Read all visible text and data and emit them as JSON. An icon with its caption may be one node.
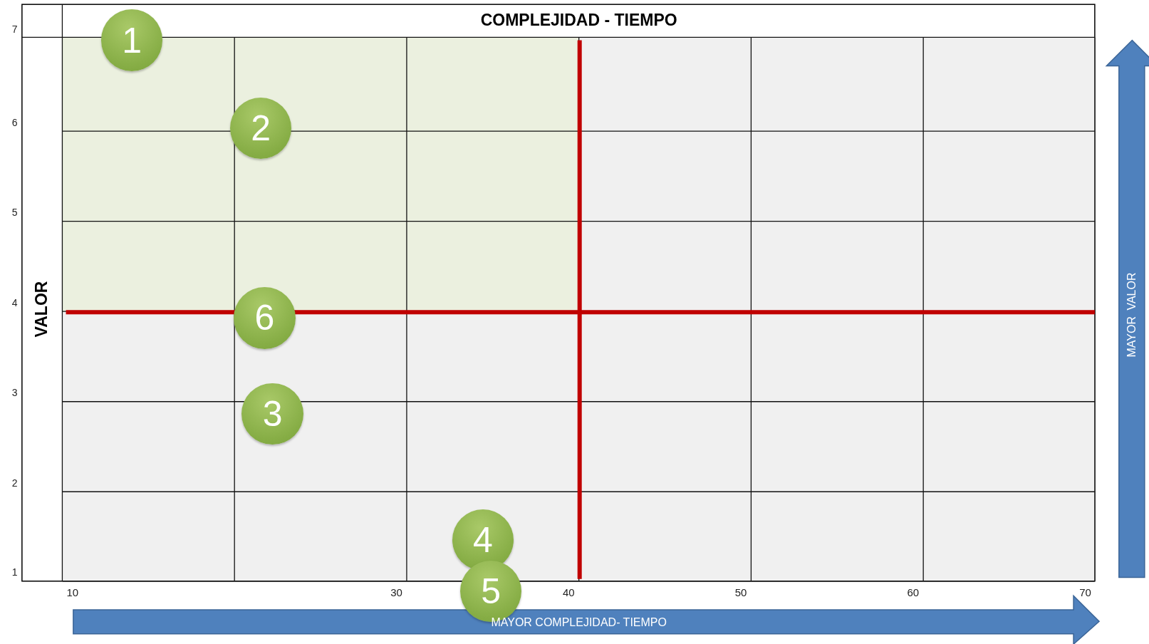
{
  "diagram": {
    "title": "COMPLEJIDAD - TIEMPO",
    "nodes": [
      {
        "text": [
          "1"
        ]
      },
      {
        "text": [
          "2"
        ]
      },
      {
        "text": [
          "6"
        ]
      },
      {
        "text": [
          "3"
        ]
      },
      {
        "text": [
          "4"
        ]
      },
      {
        "text": [
          "5"
        ]
      }
    ],
    "edges": [],
    "labels": [
      "7",
      "6",
      "5",
      "4",
      "3",
      "2",
      "1",
      "VALOR",
      "10",
      "30",
      "40",
      "50",
      "60",
      "70",
      "MAYOR COMPLEJIDAD- TIEMPO",
      "MAYOR VALOR"
    ]
  }
}
